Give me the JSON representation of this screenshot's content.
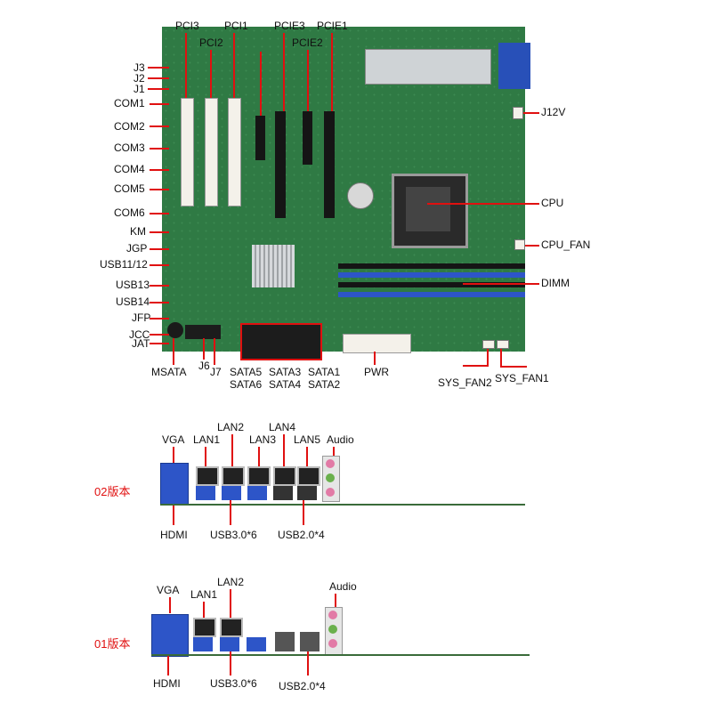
{
  "board_labels": {
    "left": [
      "J3",
      "J2",
      "J1",
      "COM1",
      "COM2",
      "COM3",
      "COM4",
      "COM5",
      "COM6",
      "KM",
      "JGP",
      "USB11/12",
      "USB13",
      "USB14",
      "JFP",
      "JCC",
      "JAT"
    ],
    "top": [
      "PCI3",
      "PCI1",
      "PCIE3",
      "PCIE1",
      "PCI2",
      "PCIE2"
    ],
    "right": [
      "J12V",
      "CPU",
      "CPU_FAN",
      "DIMM"
    ],
    "bottom": [
      "MSATA",
      "J6",
      "J7",
      "SATA5",
      "SATA6",
      "SATA3",
      "SATA4",
      "SATA1",
      "SATA2",
      "PWR",
      "SYS_FAN2",
      "SYS_FAN1"
    ]
  },
  "panel_02": {
    "version": "02版本",
    "top_labels": [
      "VGA",
      "LAN1",
      "LAN2",
      "LAN3",
      "LAN4",
      "LAN5",
      "Audio"
    ],
    "bottom_labels": [
      "HDMI",
      "USB3.0*6",
      "USB2.0*4"
    ]
  },
  "panel_01": {
    "version": "01版本",
    "top_labels": [
      "VGA",
      "LAN1",
      "LAN2",
      "Audio"
    ],
    "bottom_labels": [
      "HDMI",
      "USB3.0*6",
      "USB2.0*4"
    ]
  }
}
